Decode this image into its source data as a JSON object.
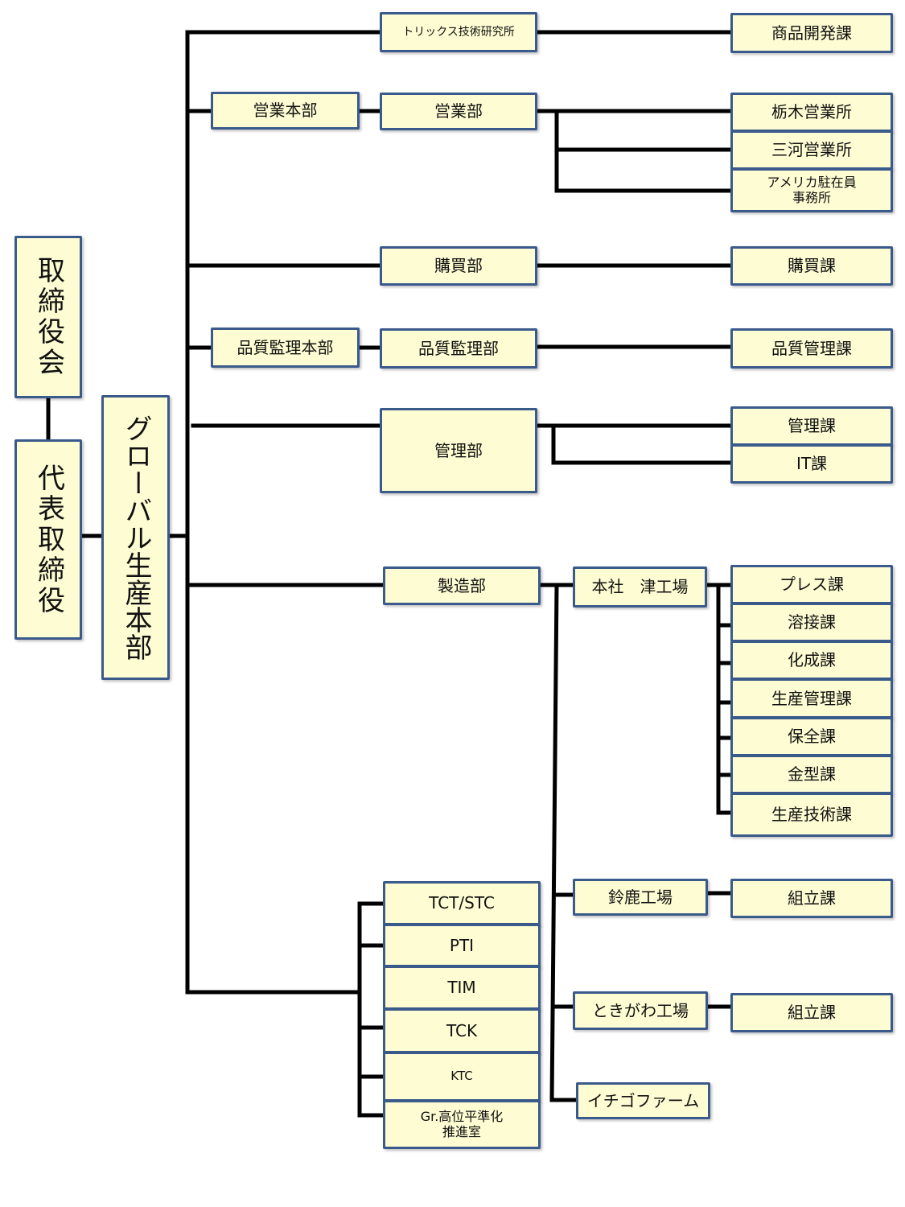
{
  "diagram": {
    "type": "organization-chart",
    "colors": {
      "box_fill": "#fefcd2",
      "box_border": "#3a5a8c",
      "connector": "#000000"
    },
    "top": {
      "board": "取締役会",
      "ceo": "代表取締役",
      "hq": "グローバル生産本部"
    },
    "branches": {
      "research": {
        "dept": "トリックス技術研究所",
        "sections": [
          "商品開発課"
        ]
      },
      "sales": {
        "division": "営業本部",
        "dept": "営業部",
        "sections": [
          "栃木営業所",
          "三河営業所",
          "アメリカ駐在員\n事務所"
        ]
      },
      "purchasing": {
        "dept": "購買部",
        "sections": [
          "購買課"
        ]
      },
      "quality": {
        "division": "品質監理本部",
        "dept": "品質監理部",
        "sections": [
          "品質管理課"
        ]
      },
      "admin": {
        "dept": "管理部",
        "sections": [
          "管理課",
          "IT課"
        ]
      },
      "manufacturing": {
        "dept": "製造部",
        "plants": [
          {
            "name": "本社　津工場",
            "sections": [
              "プレス課",
              "溶接課",
              "化成課",
              "生産管理課",
              "保全課",
              "金型課",
              "生産技術課"
            ]
          },
          {
            "name": "鈴鹿工場",
            "sections": [
              "組立課"
            ]
          },
          {
            "name": "ときがわ工場",
            "sections": [
              "組立課"
            ]
          },
          {
            "name": "イチゴファーム",
            "sections": []
          }
        ]
      },
      "affiliates": [
        "TCT/STC",
        "PTI",
        "TIM",
        "TCK",
        "KTC",
        "Gr.高位平準化\n推進室"
      ]
    }
  }
}
